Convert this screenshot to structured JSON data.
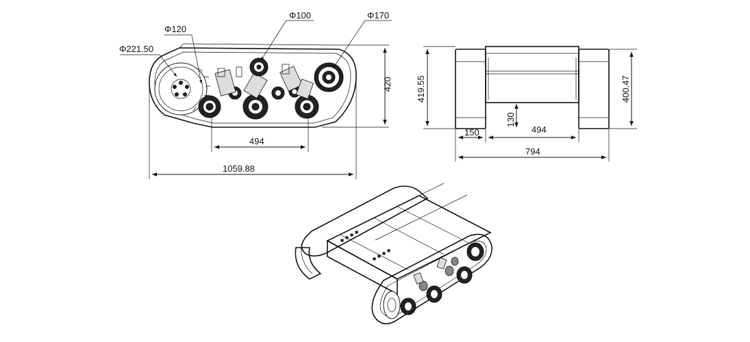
{
  "dimensions": {
    "side_view": {
      "drive_wheel_dia": "Φ221.50",
      "sprocket_dia": "Φ120",
      "top_roller_dia": "Φ100",
      "idler_dia": "Φ170",
      "height": "420",
      "wheelbase": "494",
      "overall_length": "1059.88"
    },
    "front_view": {
      "height_left": "419.55",
      "height_right": "400.47",
      "ground_clearance": "130",
      "track_width": "150",
      "inner_width": "494",
      "overall_width": "794"
    }
  }
}
